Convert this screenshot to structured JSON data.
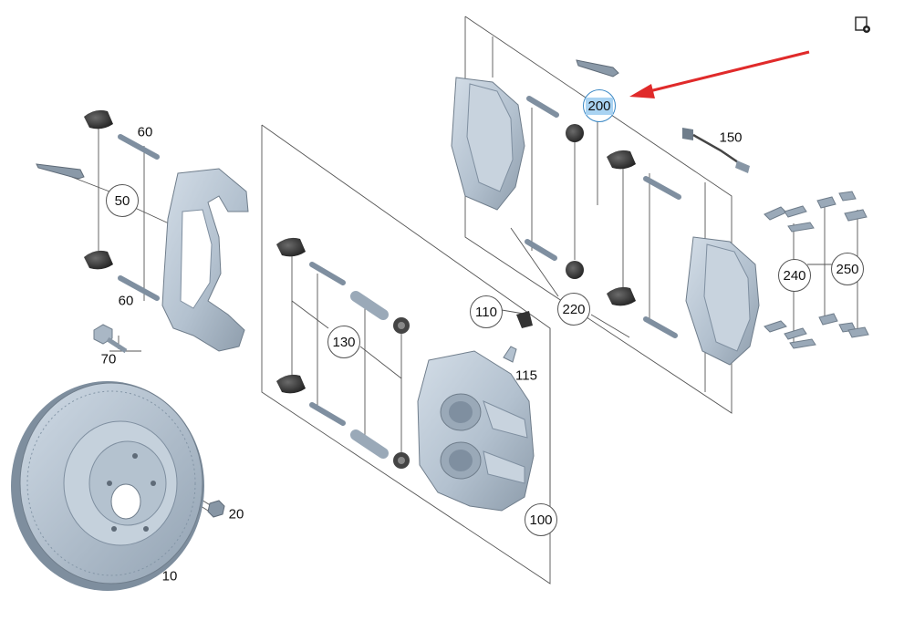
{
  "colors": {
    "part_fill": "#b9c6d3",
    "part_dark": "#8c9aa8",
    "part_shadow": "#6f7d8b",
    "line": "#444444",
    "selection_bg": "#a9d3f2",
    "arrow": "#e02a2a"
  },
  "icons": {
    "corner_tool": "page-settings-icon"
  },
  "callouts": [
    {
      "id": "50",
      "label": "50"
    },
    {
      "id": "130",
      "label": "130"
    },
    {
      "id": "110",
      "label": "110"
    },
    {
      "id": "220",
      "label": "220"
    },
    {
      "id": "200",
      "label": "200",
      "selected": true
    },
    {
      "id": "240",
      "label": "240"
    },
    {
      "id": "250",
      "label": "250"
    },
    {
      "id": "100",
      "label": "100"
    }
  ],
  "plain_labels": [
    {
      "id": "60a",
      "label": "60"
    },
    {
      "id": "60b",
      "label": "60"
    },
    {
      "id": "70",
      "label": "70"
    },
    {
      "id": "20",
      "label": "20"
    },
    {
      "id": "10",
      "label": "10"
    },
    {
      "id": "115",
      "label": "115"
    },
    {
      "id": "150",
      "label": "150"
    }
  ]
}
